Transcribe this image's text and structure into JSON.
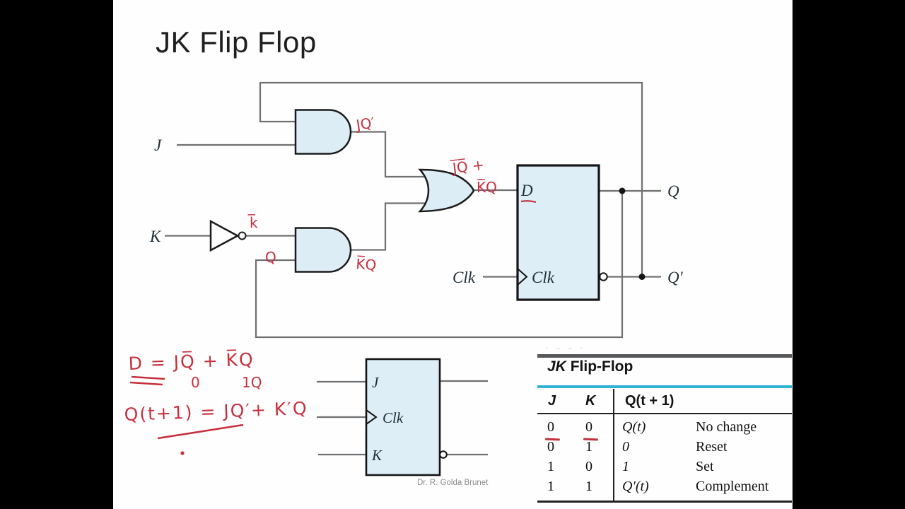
{
  "slide": {
    "title": "JK Flip Flop",
    "attribution": "Dr. R. Golda Brunet"
  },
  "circuit": {
    "labels": {
      "j_input": "J",
      "k_input": "K",
      "clk_external": "Clk",
      "clk_internal": "Clk",
      "d_input": "D",
      "q_output": "Q",
      "q_bar_output": "Q′"
    },
    "annotations": {
      "and_top_output": "JQ′",
      "or_output_line1": "J̅Q̅ +",
      "or_output_line2": "K̅Q",
      "k_bar": "k̅",
      "q_feedback": "Q",
      "and_bottom_output": "K̅Q"
    },
    "colors": {
      "gate_fill": "#dcedf6",
      "gate_stroke": "#1b1b1b",
      "wire": "#6f7072",
      "ink_red": "#c5303e"
    }
  },
  "equations": {
    "line1": "D = JQ̅ + K̅Q",
    "line1_sub_left": "0",
    "line1_sub_right": "1Q",
    "line2": "Q(t+1) = JQ′+ K′Q"
  },
  "symbol": {
    "j": "J",
    "clk": "Clk",
    "k": "K"
  },
  "table": {
    "stray_marks": "· –    – ·",
    "title_jk": "JK",
    "title_rest": " Flip-Flop",
    "headers": {
      "j": "J",
      "k": "K",
      "q_next": "Q(t + 1)"
    },
    "rows": [
      {
        "j": "0",
        "k": "0",
        "value": "Q(t)",
        "description": "No change"
      },
      {
        "j": "0",
        "k": "1",
        "value": "0",
        "description": "Reset"
      },
      {
        "j": "1",
        "k": "0",
        "value": "1",
        "description": "Set"
      },
      {
        "j": "1",
        "k": "1",
        "value": "Q′(t)",
        "description": "Complement"
      }
    ],
    "accent_teal": "#2fb3d2",
    "bar_gray": "#56585a"
  }
}
